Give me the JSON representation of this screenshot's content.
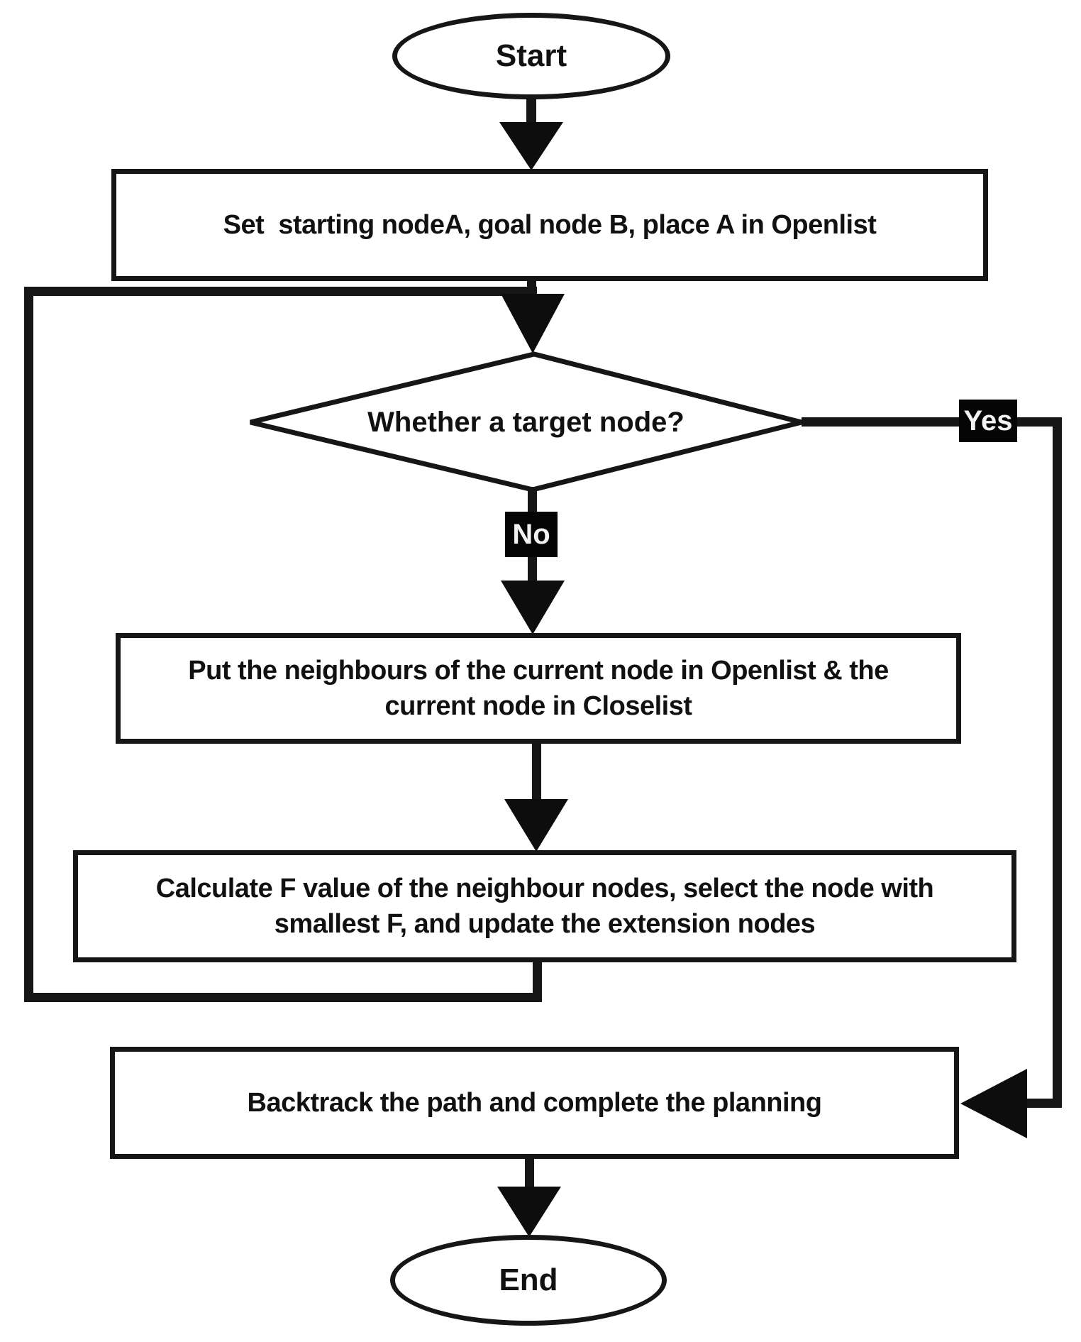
{
  "flowchart": {
    "nodes": {
      "start": "Start",
      "init": "Set  starting nodeA, goal node B, place A in Openlist",
      "decision": "Whether a target node?",
      "expand": "Put the neighbours of the current node in Openlist & the\ncurrent node in Closelist",
      "calculate": "Calculate F value of the neighbour nodes, select the node with\nsmallest F, and update the extension nodes",
      "backtrack": "Backtrack the path and complete the planning",
      "end": "End"
    },
    "branch_labels": {
      "yes": "Yes",
      "no": "No"
    },
    "colors": {
      "ink": "#161616",
      "paper": "#ffffff",
      "badge_bg": "#050505",
      "badge_text": "#f2f2f2"
    }
  }
}
